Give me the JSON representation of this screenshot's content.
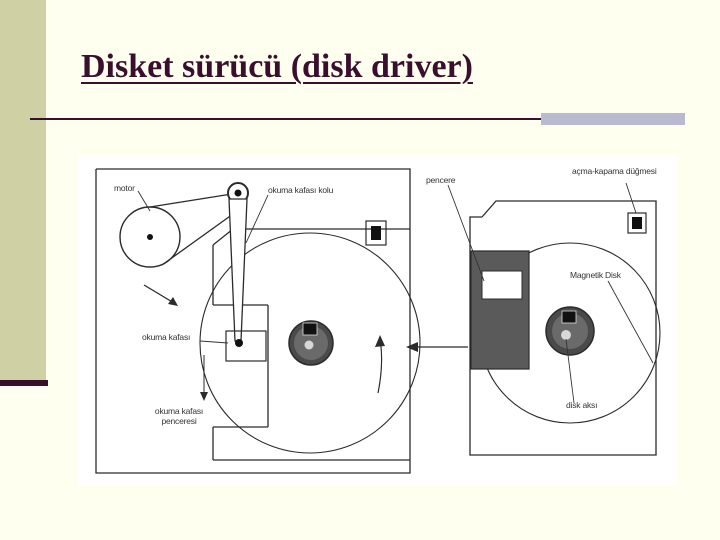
{
  "slide": {
    "title": "Disket sürücü (disk driver)"
  },
  "diagram": {
    "labels": {
      "motor": "motor",
      "head_arm": "okuma kafası kolu",
      "read_head": "okuma kafası",
      "head_window_line1": "okuma kafası",
      "head_window_line2": "penceresi",
      "window": "pencere",
      "switch": "açma-kapama düğmesi",
      "magnetic_disk": "Magnetik Disk",
      "disk_axis": "disk aksı"
    }
  },
  "colors": {
    "title": "#3a0f2e",
    "sidebar": "#cfd0a4",
    "accent": "#b9b9cf",
    "shutter": "#5a5a5a"
  }
}
